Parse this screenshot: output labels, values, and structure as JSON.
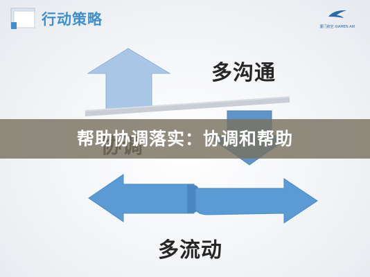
{
  "header": {
    "title": "行动策略",
    "logo_text": "厦门航空 XIAMEN AIR"
  },
  "labels": {
    "top": "多沟通",
    "middle": "协调",
    "bottom": "多流动"
  },
  "caption": "帮助协调落实：协调和帮助",
  "colors": {
    "accent": "#3d8fd0",
    "arrow_up": "#a9c6e6",
    "arrow_down": "#5f94c8",
    "double_arrow": "#5b9bd5",
    "banner": "#787260"
  },
  "icons": [
    "slide-title-icon",
    "xiamen-air-logo-icon"
  ]
}
